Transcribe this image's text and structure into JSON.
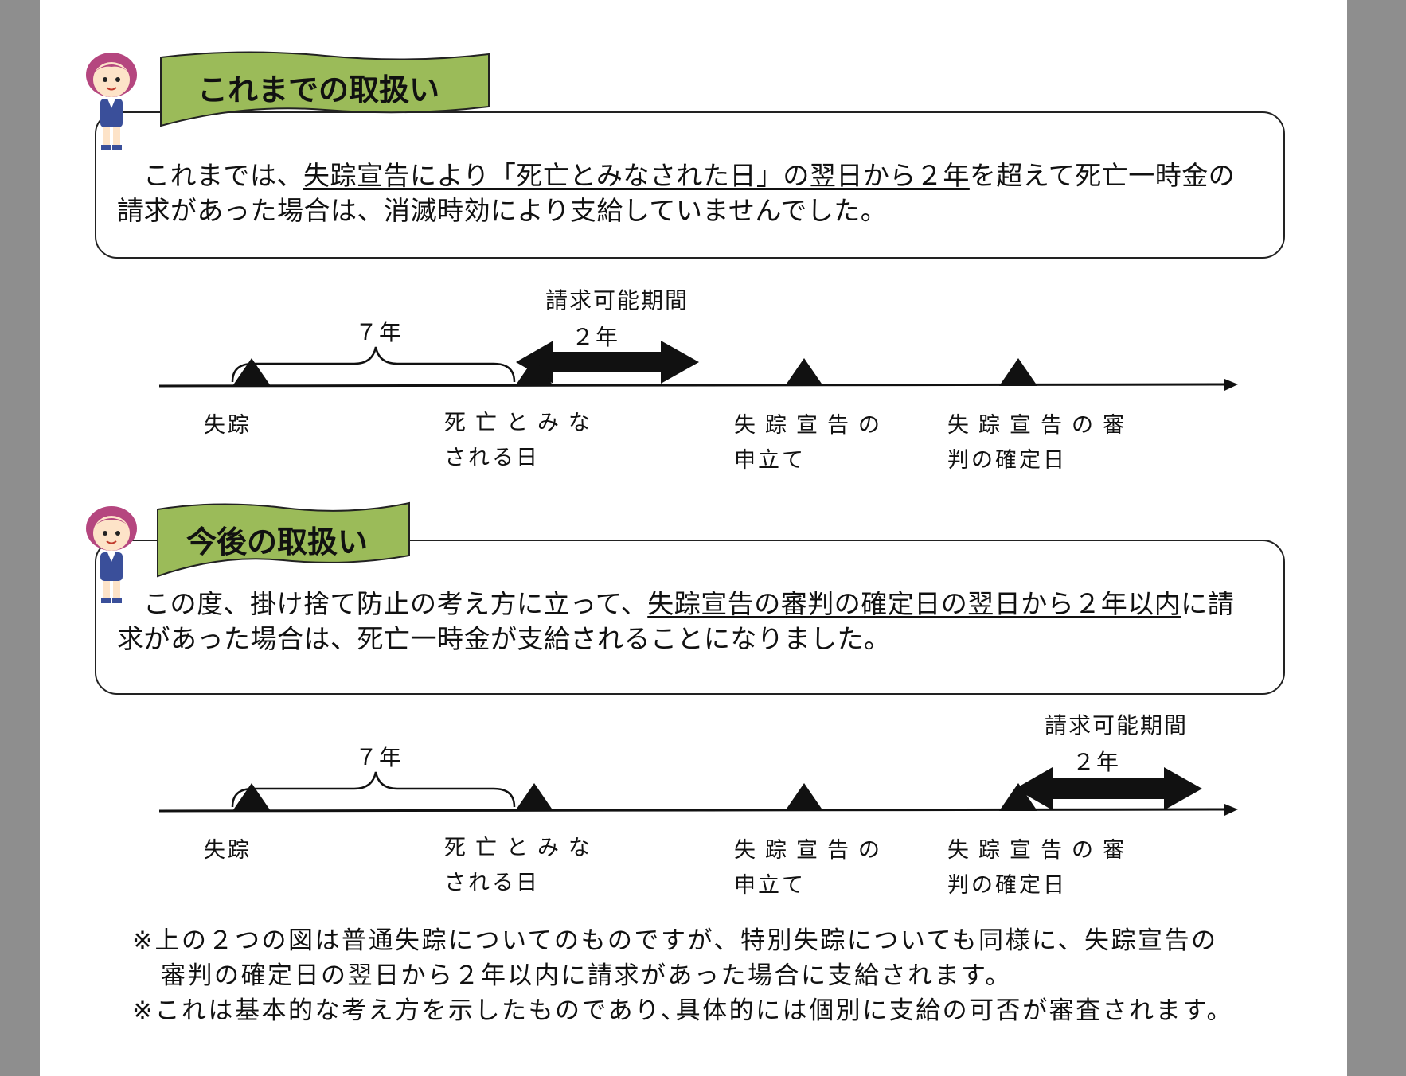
{
  "section1": {
    "title": "これまでの取扱い",
    "text_part1": "これまでは、",
    "text_underlined": "失踪宣告により「死亡とみなされた日」の翌日から２年",
    "text_part2": "を超えて死亡一時金の",
    "text_line2": "請求があった場合は、消滅時効により支給していませんでした。"
  },
  "section2": {
    "title": "今後の取扱い",
    "text_part1": "この度、掛け捨て防止の考え方に立って、",
    "text_underlined": "失踪宣告の審判の確定日の翌日から２年以内",
    "text_part2": "に請",
    "text_line2": "求があった場合は、死亡一時金が支給されることになりました。"
  },
  "diagram1": {
    "period_label": "請求可能期間",
    "period_years": "２年",
    "gap_years": "７年",
    "points": {
      "p1": "失踪",
      "p2_line1": "死亡とみな",
      "p2_line2": "される日",
      "p3_line1": "失踪宣告の",
      "p3_line2": "申立て",
      "p4_line1": "失踪宣告の審",
      "p4_line2": "判の確定日"
    }
  },
  "diagram2": {
    "period_label": "請求可能期間",
    "period_years": "２年",
    "gap_years": "７年",
    "points": {
      "p1": "失踪",
      "p2_line1": "死亡とみな",
      "p2_line2": "される日",
      "p3_line1": "失踪宣告の",
      "p3_line2": "申立て",
      "p4_line1": "失踪宣告の審",
      "p4_line2": "判の確定日"
    }
  },
  "notes": {
    "note1_line1": "※上の２つの図は普通失踪についてのものですが、特別失踪についても同様に、失踪宣告の",
    "note1_line2": "審判の確定日の翌日から２年以内に請求があった場合に支給されます。",
    "note2": "※これは基本的な考え方を示したものであり､具体的には個別に支給の可否が審査されます。"
  },
  "colors": {
    "ribbon": "#9bbb59",
    "avatar_hair": "#b5467f",
    "avatar_suit": "#3a4f9a"
  },
  "icons": {
    "avatar": "woman-staff-icon",
    "arrow": "double-arrow-icon",
    "marker": "triangle-marker-icon"
  }
}
